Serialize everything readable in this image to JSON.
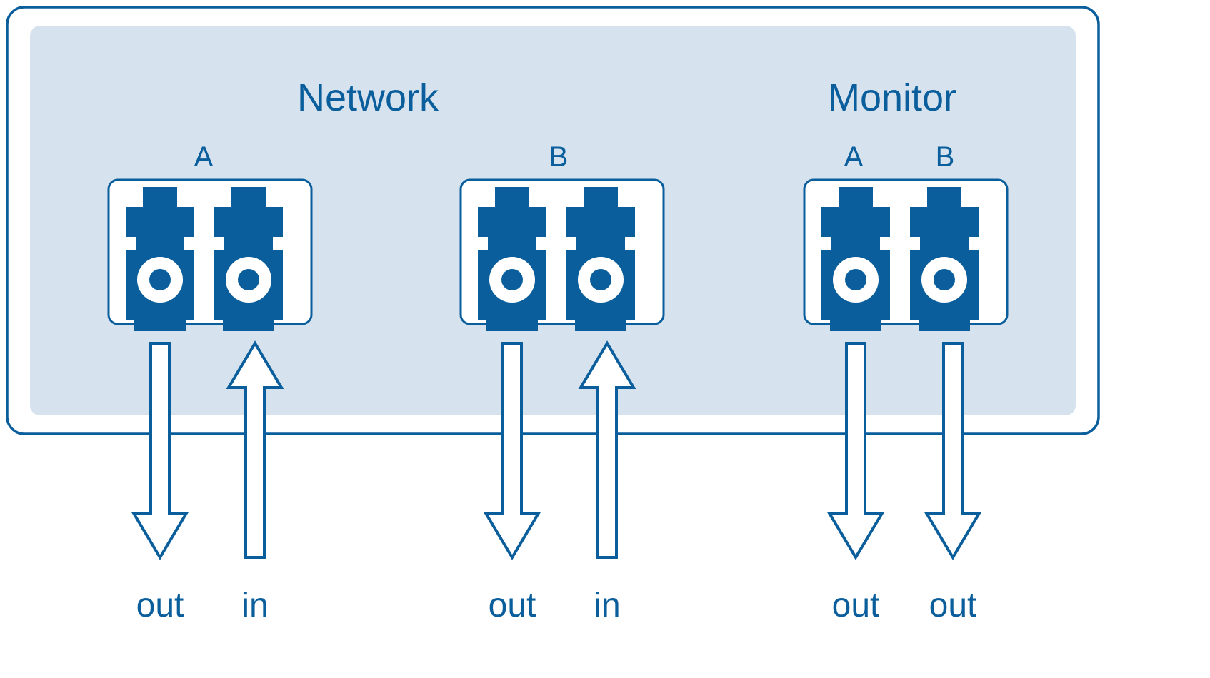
{
  "diagram": {
    "title_network": "Network",
    "title_monitor": "Monitor",
    "device_card": {
      "type": "network-tap-device"
    },
    "colors": {
      "brand_blue": "#0a5e9c",
      "panel_fill": "#d6e3ef",
      "card_fill": "#ffffff",
      "page_bg": "#ffffff"
    },
    "groups": [
      {
        "name": "Network",
        "ports": [
          {
            "label": "A",
            "direction_labels": [
              "out",
              "in"
            ]
          },
          {
            "label": "B",
            "direction_labels": [
              "out",
              "in"
            ]
          }
        ]
      },
      {
        "name": "Monitor",
        "ports": [
          {
            "label": "A",
            "direction_labels": [
              "out"
            ]
          },
          {
            "label": "B",
            "direction_labels": [
              "out"
            ]
          }
        ]
      }
    ],
    "port_labels": {
      "network_a": "A",
      "network_b": "B",
      "monitor_a": "A",
      "monitor_b": "B"
    },
    "flow_labels": {
      "net_a_out": "out",
      "net_a_in": "in",
      "net_b_out": "out",
      "net_b_in": "in",
      "mon_a_out": "out",
      "mon_b_out": "out"
    },
    "arrows": [
      {
        "id": "net-a-out",
        "direction": "down",
        "label": "out"
      },
      {
        "id": "net-a-in",
        "direction": "up",
        "label": "in"
      },
      {
        "id": "net-b-out",
        "direction": "down",
        "label": "out"
      },
      {
        "id": "net-b-in",
        "direction": "up",
        "label": "in"
      },
      {
        "id": "mon-a-out",
        "direction": "down",
        "label": "out"
      },
      {
        "id": "mon-b-out",
        "direction": "down",
        "label": "out"
      }
    ],
    "connector_type": "lc-duplex-fiber-jack"
  }
}
